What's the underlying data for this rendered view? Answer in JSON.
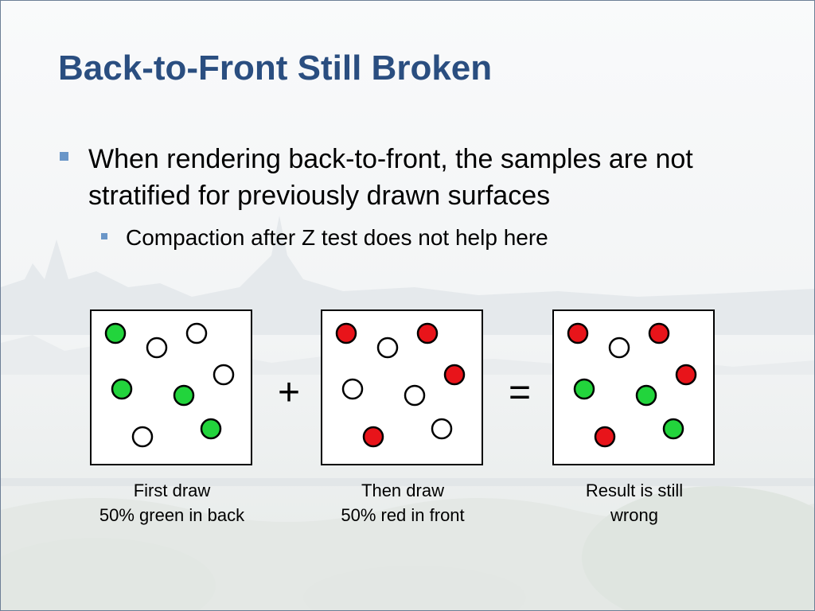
{
  "slide": {
    "title": "Back-to-Front Still Broken",
    "bullets": [
      {
        "level": 1,
        "text": "When rendering back-to-front, the samples are not stratified for previously drawn surfaces"
      },
      {
        "level": 2,
        "text": "Compaction after Z test does not help here"
      }
    ]
  },
  "colors": {
    "title": "#2a4e80",
    "bullet_marker": "#6a96c8",
    "green_sample": "#22d43c",
    "red_sample": "#e8141a",
    "empty_sample": "#ffffff"
  },
  "diagram": {
    "operators": {
      "plus": "+",
      "equals": "="
    },
    "panels": [
      {
        "id": "first-draw",
        "caption_lines": [
          "First draw",
          "50% green in back"
        ],
        "samples": [
          "green",
          "empty",
          "empty",
          "empty",
          "green",
          "green",
          "empty",
          "green"
        ]
      },
      {
        "id": "then-draw",
        "caption_lines": [
          "Then draw",
          "50% red in front"
        ],
        "samples": [
          "red",
          "empty",
          "red",
          "red",
          "empty",
          "empty",
          "red",
          "empty"
        ]
      },
      {
        "id": "result",
        "caption_lines": [
          "Result is still",
          "wrong"
        ],
        "samples": [
          "red",
          "empty",
          "red",
          "red",
          "green",
          "green",
          "red",
          "green"
        ]
      }
    ]
  }
}
